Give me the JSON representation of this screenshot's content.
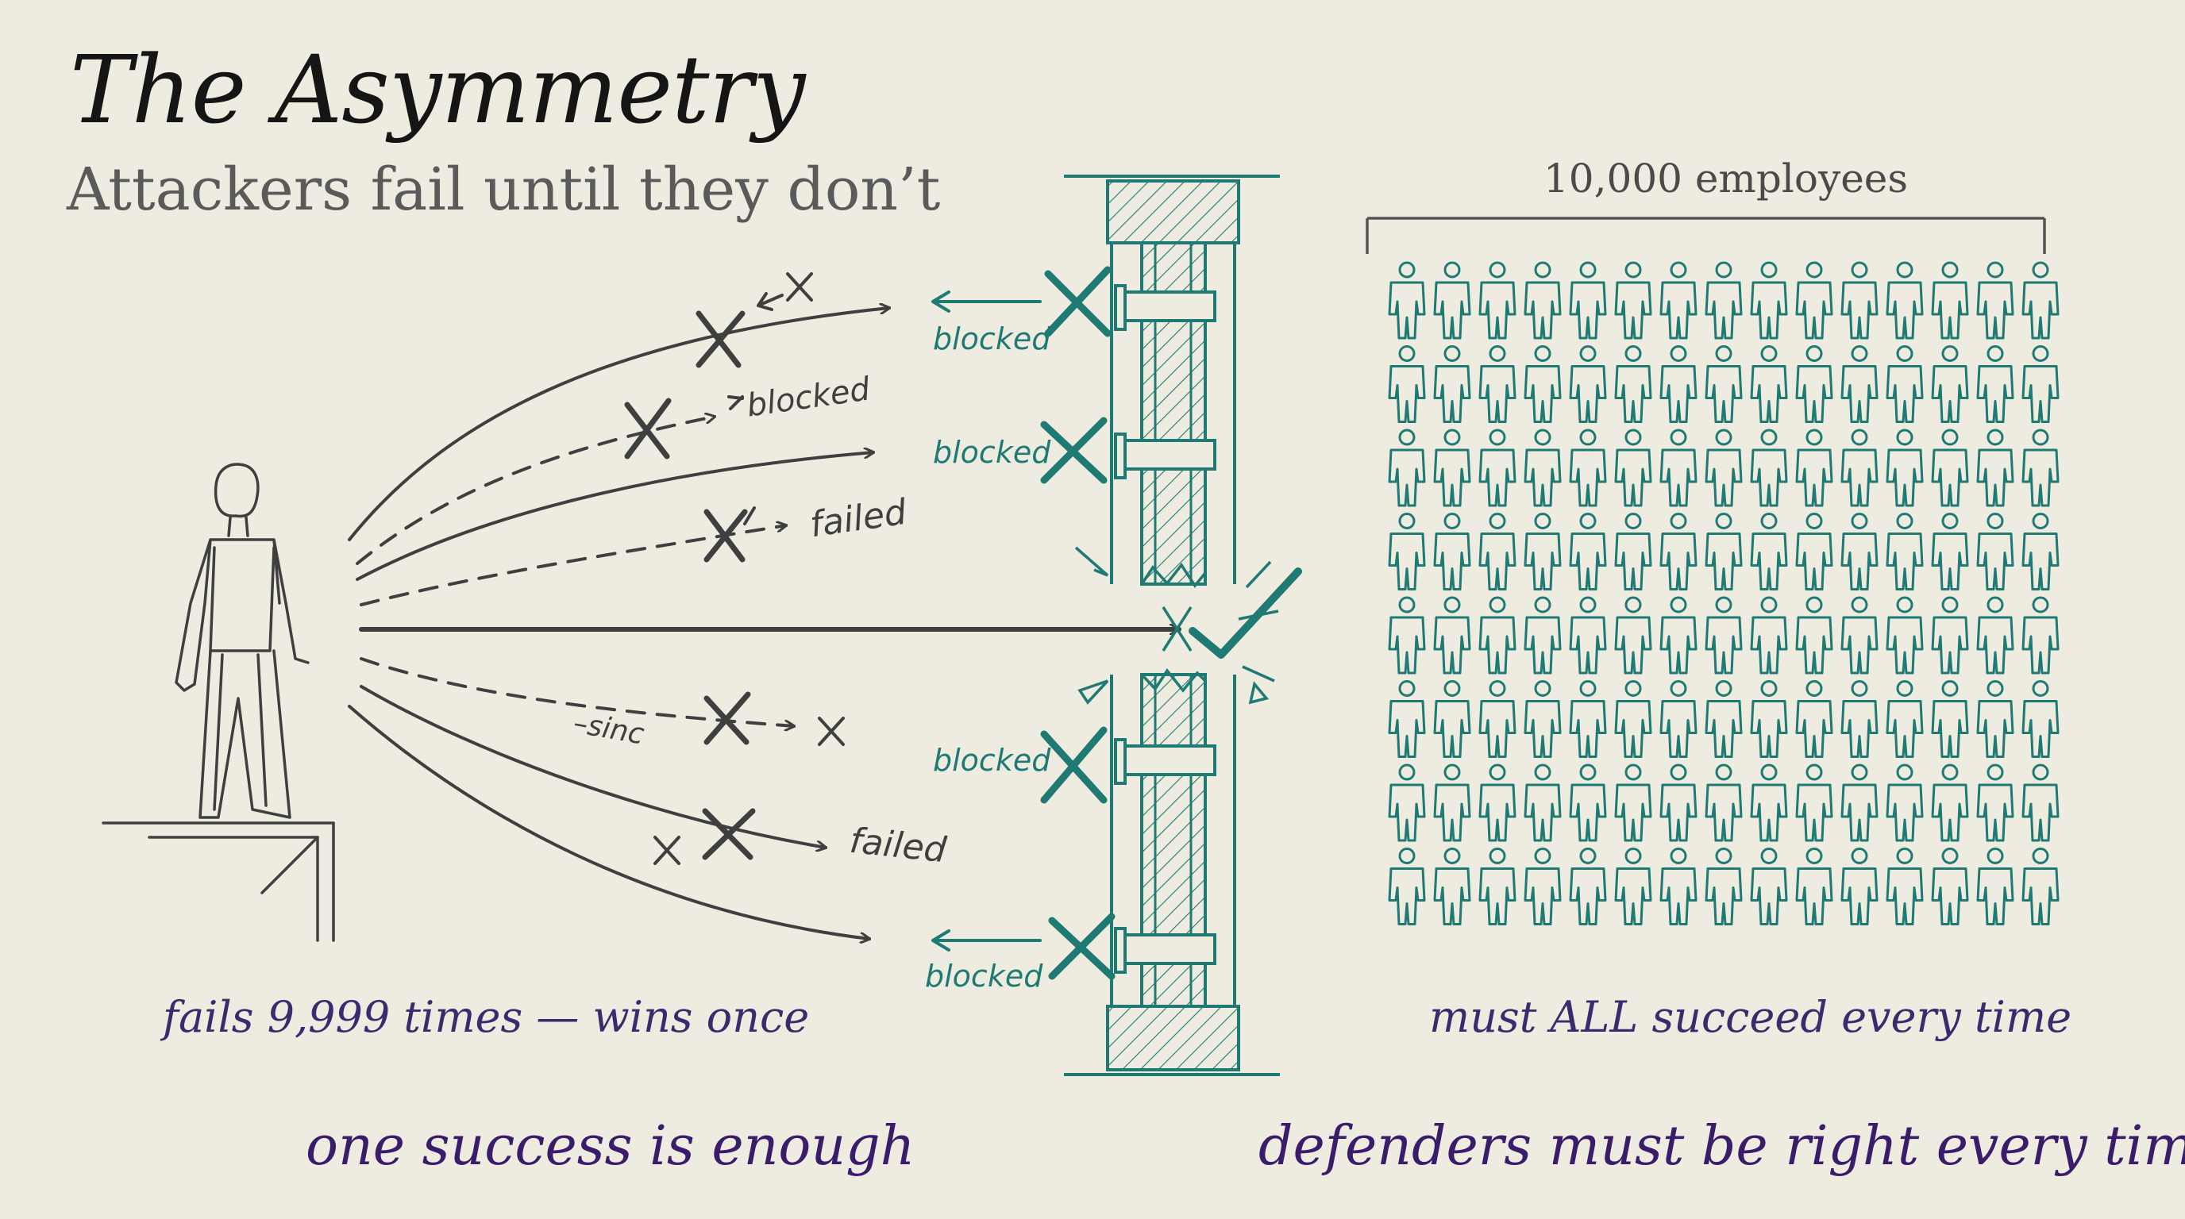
{
  "title": "The Asymmetry",
  "subtitle": "Attackers fail until they don’t",
  "attacker": {
    "labels": {
      "blocked": "blocked",
      "failed": "failed",
      "scribble": "–sinc"
    },
    "caption": "fails 9,999 times — wins once"
  },
  "wall": {
    "labels": {
      "blocked": "blocked"
    }
  },
  "defenders": {
    "count_label": "10,000 employees",
    "caption": "must ALL succeed every time"
  },
  "bottom": {
    "left": "one success is enough",
    "right": "defenders must be right every time"
  },
  "colors": {
    "background": "#eeebe0",
    "ink": "#3f3f3f",
    "teal": "#1f7a73",
    "purple": "#3a1c6a"
  }
}
